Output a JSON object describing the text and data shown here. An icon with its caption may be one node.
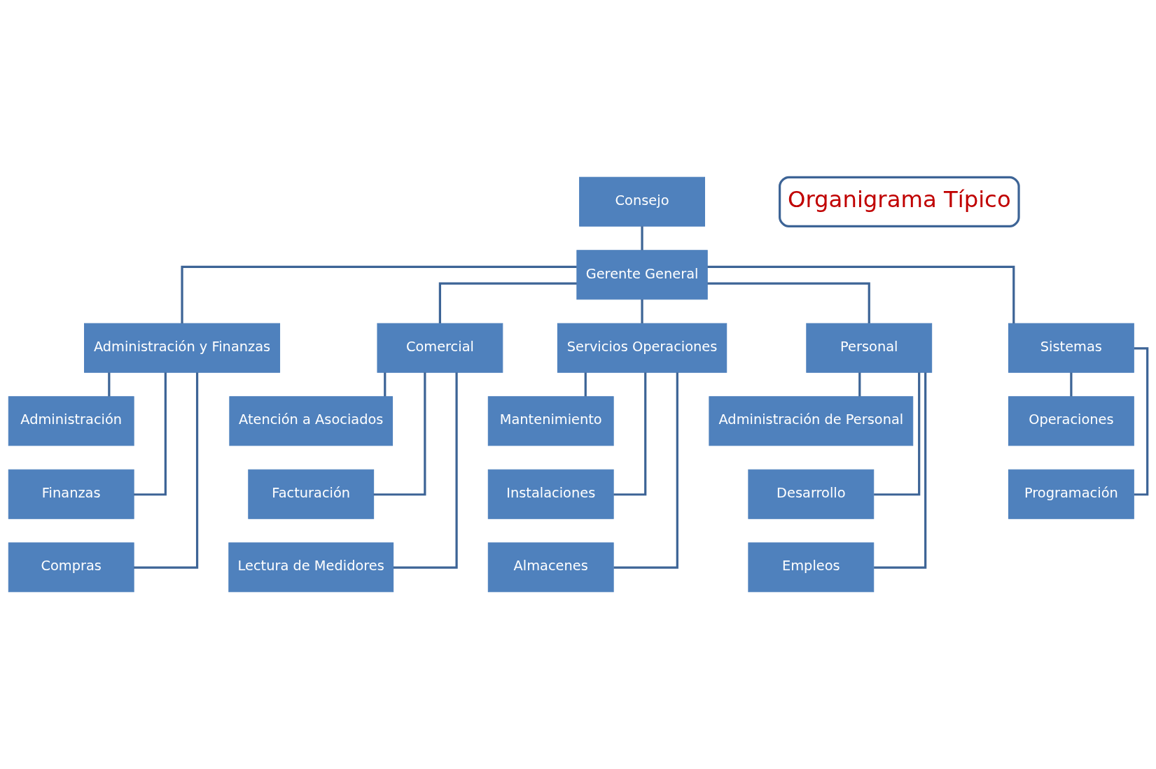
{
  "diagram": {
    "nodes": [
      {
        "text": [
          "Consejo"
        ]
      },
      {
        "text": [
          "Gerente General"
        ]
      },
      {
        "text": [
          "Administración y Finanzas"
        ]
      },
      {
        "text": [
          "Comercial"
        ]
      },
      {
        "text": [
          "Servicios Operaciones"
        ]
      },
      {
        "text": [
          "Personal"
        ]
      },
      {
        "text": [
          "Sistemas"
        ]
      },
      {
        "text": [
          "Administración"
        ]
      },
      {
        "text": [
          "Atención a Asociados"
        ]
      },
      {
        "text": [
          "Mantenimiento"
        ]
      },
      {
        "text": [
          "Administración de Personal"
        ]
      },
      {
        "text": [
          "Operaciones"
        ]
      },
      {
        "text": [
          "Finanzas"
        ]
      },
      {
        "text": [
          "Facturación"
        ]
      },
      {
        "text": [
          "Instalaciones"
        ]
      },
      {
        "text": [
          "Desarrollo"
        ]
      },
      {
        "text": [
          "Programación"
        ]
      },
      {
        "text": [
          "Compras"
        ]
      },
      {
        "text": [
          "Lectura de Medidores"
        ]
      },
      {
        "text": [
          "Almacenes"
        ]
      },
      {
        "text": [
          "Empleos"
        ]
      },
      {
        "text": [
          "Organigrama Típico"
        ]
      }
    ],
    "edges": [
      {
        "from": 0,
        "to": 1,
        "arrow": "none"
      },
      {
        "from": 1,
        "to": 2,
        "arrow": "none"
      },
      {
        "from": 1,
        "to": 3,
        "arrow": "none"
      },
      {
        "from": 1,
        "to": 4,
        "arrow": "none"
      },
      {
        "from": 1,
        "to": 5,
        "arrow": "none"
      },
      {
        "from": 1,
        "to": 6,
        "arrow": "none"
      },
      {
        "from": 2,
        "to": 7,
        "arrow": "none"
      },
      {
        "from": 2,
        "to": 12,
        "arrow": "none"
      },
      {
        "from": 2,
        "to": 17,
        "arrow": "none"
      },
      {
        "from": 3,
        "to": 8,
        "arrow": "none"
      },
      {
        "from": 3,
        "to": 13,
        "arrow": "none"
      },
      {
        "from": 3,
        "to": 18,
        "arrow": "none"
      },
      {
        "from": 4,
        "to": 9,
        "arrow": "none"
      },
      {
        "from": 4,
        "to": 14,
        "arrow": "none"
      },
      {
        "from": 4,
        "to": 19,
        "arrow": "none"
      },
      {
        "from": 5,
        "to": 10,
        "arrow": "none"
      },
      {
        "from": 5,
        "to": 15,
        "arrow": "none"
      },
      {
        "from": 5,
        "to": 20,
        "arrow": "none"
      },
      {
        "from": 6,
        "to": 11,
        "arrow": "none"
      },
      {
        "from": 6,
        "to": 16,
        "arrow": "none"
      }
    ]
  }
}
